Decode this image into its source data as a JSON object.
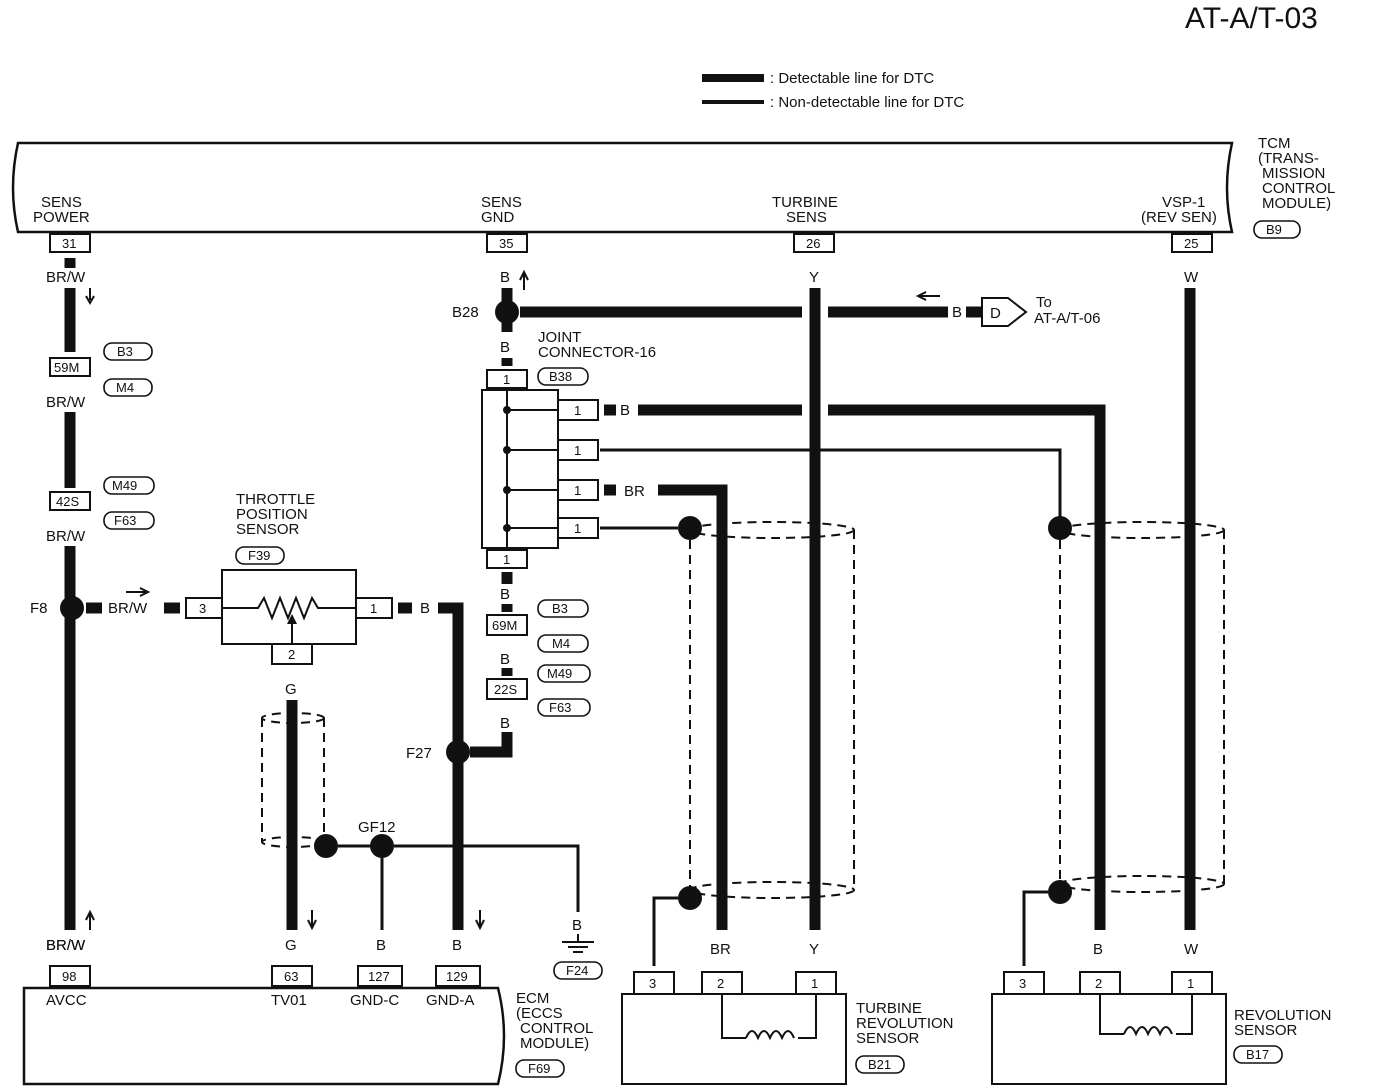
{
  "page_title": "AT-A/T-03",
  "legend": {
    "detectable": ": Detectable line for DTC",
    "non_detectable": ": Non-detectable line for DTC"
  },
  "tcm": {
    "label_lines": [
      "TCM",
      "(TRANS-",
      "MISSION",
      "CONTROL",
      "MODULE)"
    ],
    "connector": "B9",
    "terminals": [
      {
        "name_lines": [
          "SENS",
          "POWER"
        ],
        "pin": "31",
        "wire": "BR/W"
      },
      {
        "name_lines": [
          "SENS",
          "GND"
        ],
        "pin": "35",
        "wire": "B"
      },
      {
        "name_lines": [
          "TURBINE",
          "SENS"
        ],
        "pin": "26",
        "wire": "Y"
      },
      {
        "name_lines": [
          "VSP-1",
          "(REV SEN)"
        ],
        "pin": "25",
        "wire": "W"
      }
    ]
  },
  "left_branch": {
    "connector_1": {
      "pin": "59M",
      "ids": [
        "B3",
        "M4"
      ],
      "wire": "BR/W"
    },
    "connector_2": {
      "pin": "42S",
      "ids": [
        "M49",
        "F63"
      ],
      "wire": "BR/W"
    },
    "junction": "F8",
    "junction_wire": "BR/W",
    "ecm_wire": "BR/W"
  },
  "throttle_sensor": {
    "label_lines": [
      "THROTTLE",
      "POSITION",
      "SENSOR"
    ],
    "connector": "F39",
    "pin_left": "3",
    "pin_right": "1",
    "pin_bottom": "2",
    "right_wire": "B",
    "bottom_wire": "G"
  },
  "joint": {
    "junction": "B28",
    "label_lines": [
      "JOINT",
      "CONNECTOR-16"
    ],
    "connector": "B38",
    "pin_top": "1",
    "pin_bottom": "1",
    "side_pins": [
      "1",
      "1",
      "1",
      "1"
    ],
    "wire_b": "B",
    "wire_br": "BR",
    "to_label": "To",
    "to_target": "AT-A/T-06",
    "to_wire": "B",
    "to_symbol": "D"
  },
  "ground_branch": {
    "connector_1": {
      "pin": "69M",
      "ids": [
        "B3",
        "M4"
      ]
    },
    "connector_2": {
      "pin": "22S",
      "ids": [
        "M49",
        "F63"
      ]
    },
    "wire": "B",
    "junction": "F27",
    "shield_junction": "GF12",
    "ground_wire": "B",
    "ground_id": "F24"
  },
  "ecm": {
    "label_lines": [
      "ECM",
      "(ECCS",
      "CONTROL",
      "MODULE)"
    ],
    "connector": "F69",
    "terminals": [
      {
        "name": "AVCC",
        "pin": "98",
        "wire": "BR/W"
      },
      {
        "name": "TV01",
        "pin": "63",
        "wire": "G"
      },
      {
        "name": "GND-C",
        "pin": "127",
        "wire": "B"
      },
      {
        "name": "GND-A",
        "pin": "129",
        "wire": "B"
      }
    ]
  },
  "turbine_sensor": {
    "label_lines": [
      "TURBINE",
      "REVOLUTION",
      "SENSOR"
    ],
    "connector": "B21",
    "pins": [
      "3",
      "2",
      "1"
    ],
    "wires": [
      "BR",
      "Y"
    ]
  },
  "revolution_sensor": {
    "label_lines": [
      "REVOLUTION",
      "SENSOR"
    ],
    "connector": "B17",
    "pins": [
      "3",
      "2",
      "1"
    ],
    "wires": [
      "B",
      "W"
    ]
  }
}
